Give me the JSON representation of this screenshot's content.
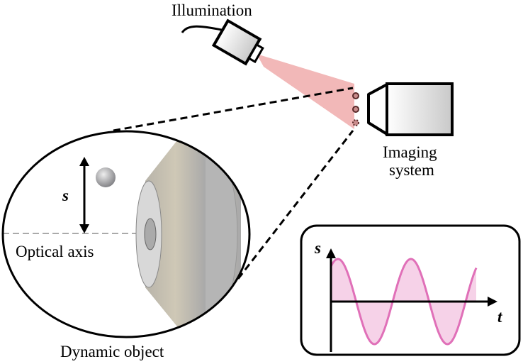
{
  "labels": {
    "illumination": "Illumination",
    "imaging_line1": "Imaging",
    "imaging_line2": "system",
    "s_symbol": "s",
    "optical_axis": "Optical axis",
    "dynamic_object": "Dynamic object",
    "plot_y": "s",
    "plot_x": "t"
  },
  "colors": {
    "beam": "#f2b8b8",
    "sine": "#e070b8",
    "sine_fill": "#f6d2e8"
  },
  "chart_data": {
    "type": "line",
    "title": "",
    "xlabel": "t",
    "ylabel": "s",
    "function": "sine",
    "cycles": 2,
    "fill_to_axis": true
  }
}
